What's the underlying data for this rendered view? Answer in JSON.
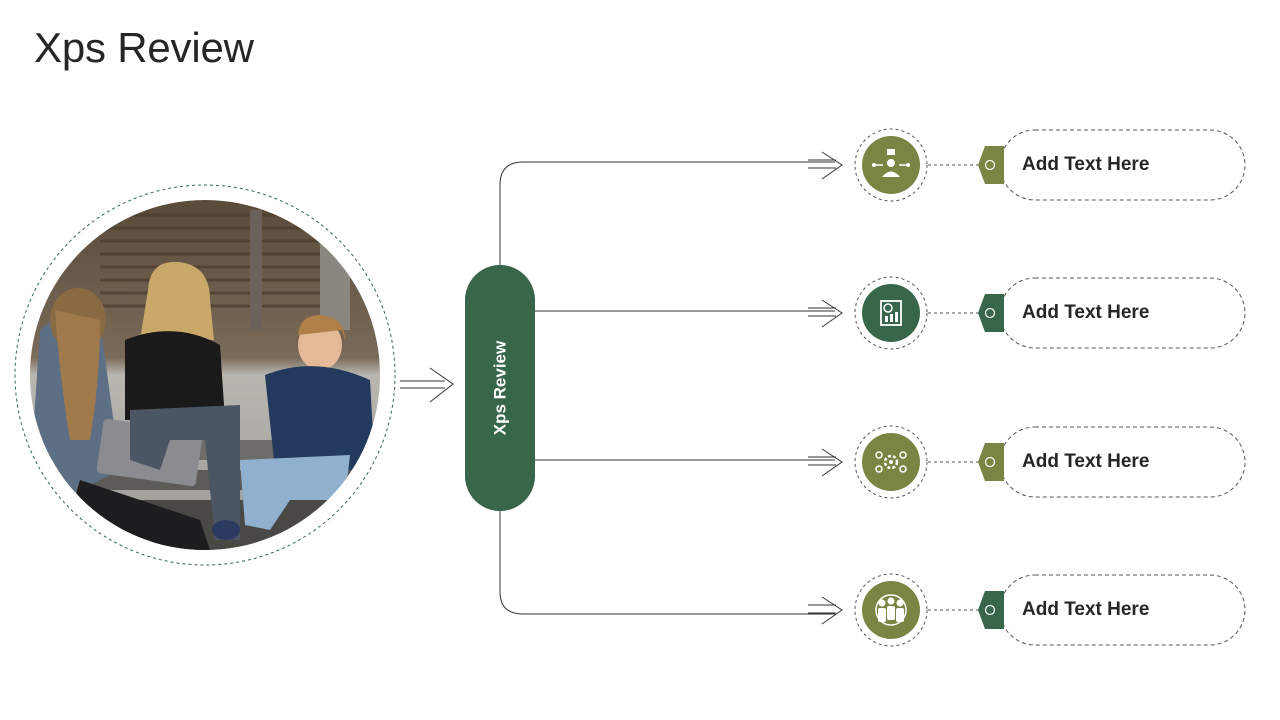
{
  "title": "Xps Review",
  "center": {
    "label": "Xps Review",
    "color": "#37664a"
  },
  "colors": {
    "olive": "#7b8543",
    "green": "#37664a",
    "line": "#333333",
    "dash": "#555555"
  },
  "photo": {
    "description_icon": "people-meeting-photo"
  },
  "items": [
    {
      "text": "Add Text Here",
      "icon": "person-presentation-icon",
      "color": "#7b8543",
      "tag_color": "#7b8543"
    },
    {
      "text": "Add Text Here",
      "icon": "report-clipboard-icon",
      "color": "#37664a",
      "tag_color": "#37664a"
    },
    {
      "text": "Add Text Here",
      "icon": "gear-network-icon",
      "color": "#7b8543",
      "tag_color": "#7b8543"
    },
    {
      "text": "Add Text Here",
      "icon": "team-group-icon",
      "color": "#7b8543",
      "tag_color": "#37664a"
    }
  ]
}
